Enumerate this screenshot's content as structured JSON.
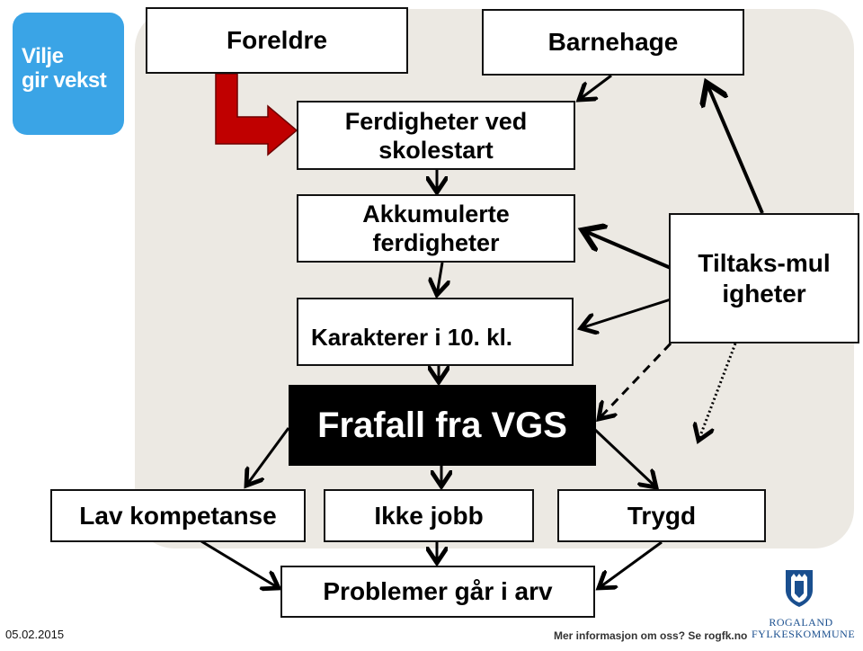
{
  "logo": {
    "line1": "Vilje",
    "line2": "gir vekst"
  },
  "diagram": {
    "foreldre": "Foreldre",
    "barnehage": "Barnehage",
    "ferdigheter_ved_skolestart": "Ferdigheter ved skolestart",
    "akkumulerte_ferdigheter": "Akkumulerte ferdigheter",
    "karakterer": "Karakterer i 10. kl.",
    "tiltaksmuligheter": "Tiltaks-muligheter",
    "frafall": "Frafall fra VGS",
    "lav_kompetanse": "Lav kompetanse",
    "ikke_jobb": "Ikke jobb",
    "trygd": "Trygd",
    "problemer": "Problemer går i arv"
  },
  "footer": {
    "date": "05.02.2015",
    "info": "Mer informasjon om oss? Se rogfk.no",
    "county_line1": "ROGALAND",
    "county_line2": "FYLKESKOMMUNE"
  },
  "colors": {
    "panel": "#ece9e3",
    "logo_bg": "#3aa4e6",
    "highlight_arrow": "#c00000",
    "county_blue": "#1a4f8f"
  }
}
